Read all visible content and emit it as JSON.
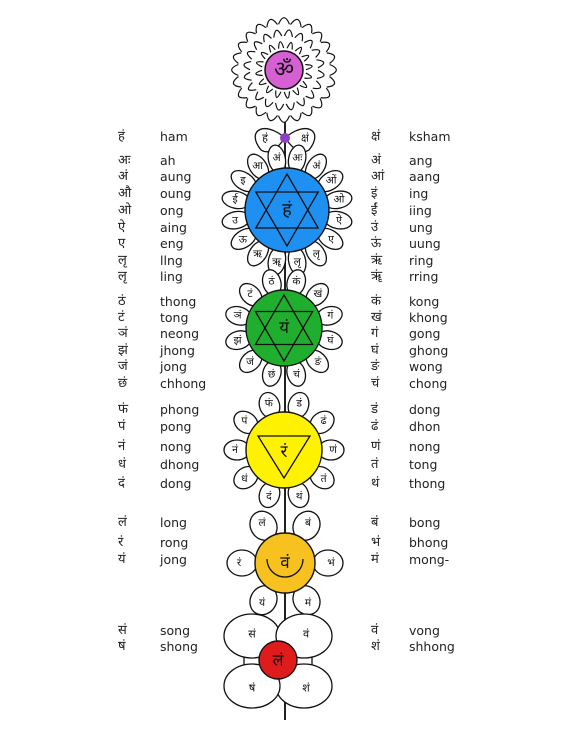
{
  "colors": {
    "crown": "#d65fd3",
    "third_eye_dot": "#8e3fc5",
    "throat": "#1e90f2",
    "heart": "#1fae2e",
    "solar": "#fff200",
    "sacral": "#f7c21f",
    "root": "#e01b1b",
    "stroke": "#111111"
  },
  "crown": {
    "seed": "ॐ",
    "icon": "crown-lotus-icon"
  },
  "third_eye": {
    "petals": [
      "हं",
      "क्षं"
    ]
  },
  "throat": {
    "seed": "हं",
    "petals": [
      "अं",
      "अः",
      "अं",
      "ओं",
      "ओ",
      "ऐ",
      "ए",
      "लृ",
      "लृ",
      "ॠ",
      "ऋ",
      "ऊ",
      "उ",
      "ई",
      "इ",
      "आ"
    ]
  },
  "heart": {
    "seed": "यं",
    "petals": [
      "ठं",
      "कं",
      "खं",
      "गं",
      "घं",
      "ङं",
      "चं",
      "छं",
      "जं",
      "झं",
      "ञं",
      "टं"
    ]
  },
  "solar": {
    "seed": "रं",
    "petals": [
      "फं",
      "डं",
      "ढं",
      "णं",
      "तं",
      "थं",
      "दं",
      "धं",
      "नं",
      "पं"
    ]
  },
  "sacral": {
    "seed": "वं",
    "petals": [
      "लं",
      "बं",
      "भं",
      "मं",
      "यं",
      "रं"
    ]
  },
  "root": {
    "seed": "लं",
    "petals": [
      "सं",
      "वं",
      "शं",
      "षं"
    ]
  },
  "left_column": [
    {
      "dev": "हं",
      "roman": "ham"
    },
    {
      "dev": "अः",
      "roman": "ah"
    },
    {
      "dev": "अं",
      "roman": "aung"
    },
    {
      "dev": "औ",
      "roman": "oung"
    },
    {
      "dev": "ओ",
      "roman": "ong"
    },
    {
      "dev": "ऐ",
      "roman": "aing"
    },
    {
      "dev": "ए",
      "roman": "eng"
    },
    {
      "dev": "लृ",
      "roman": "llng"
    },
    {
      "dev": "लृ",
      "roman": "ling"
    },
    {
      "dev": "ठं",
      "roman": "thong"
    },
    {
      "dev": "टं",
      "roman": "tong"
    },
    {
      "dev": "ञं",
      "roman": "neong"
    },
    {
      "dev": "झं",
      "roman": "jhong"
    },
    {
      "dev": "जं",
      "roman": "jong"
    },
    {
      "dev": "छं",
      "roman": "chhong"
    },
    {
      "dev": "फं",
      "roman": "phong"
    },
    {
      "dev": "पं",
      "roman": "pong"
    },
    {
      "dev": "नं",
      "roman": "nong"
    },
    {
      "dev": "धं",
      "roman": "dhong"
    },
    {
      "dev": "दं",
      "roman": "dong"
    },
    {
      "dev": "लं",
      "roman": "long"
    },
    {
      "dev": "रं",
      "roman": "rong"
    },
    {
      "dev": "यं",
      "roman": "jong"
    },
    {
      "dev": "सं",
      "roman": "song"
    },
    {
      "dev": "षं",
      "roman": "shong"
    }
  ],
  "right_column": [
    {
      "dev": "क्षं",
      "roman": "ksham"
    },
    {
      "dev": "अं",
      "roman": "ang"
    },
    {
      "dev": "आं",
      "roman": "aang"
    },
    {
      "dev": "इं",
      "roman": "ing"
    },
    {
      "dev": "ईं",
      "roman": "iing"
    },
    {
      "dev": "उं",
      "roman": "ung"
    },
    {
      "dev": "ऊं",
      "roman": "uung"
    },
    {
      "dev": "ऋं",
      "roman": "ring"
    },
    {
      "dev": "ॠं",
      "roman": "rring"
    },
    {
      "dev": "कं",
      "roman": "kong"
    },
    {
      "dev": "खं",
      "roman": "khong"
    },
    {
      "dev": "गं",
      "roman": "gong"
    },
    {
      "dev": "घं",
      "roman": "ghong"
    },
    {
      "dev": "ङं",
      "roman": "wong"
    },
    {
      "dev": "चं",
      "roman": "chong"
    },
    {
      "dev": "डं",
      "roman": "dong"
    },
    {
      "dev": "ढं",
      "roman": "dhon"
    },
    {
      "dev": "णं",
      "roman": "nong"
    },
    {
      "dev": "तं",
      "roman": "tong"
    },
    {
      "dev": "थं",
      "roman": "thong"
    },
    {
      "dev": "बं",
      "roman": "bong"
    },
    {
      "dev": "भं",
      "roman": "bhong"
    },
    {
      "dev": "मं",
      "roman": "mong-"
    },
    {
      "dev": "वं",
      "roman": "vong"
    },
    {
      "dev": "शं",
      "roman": "shhong"
    }
  ]
}
